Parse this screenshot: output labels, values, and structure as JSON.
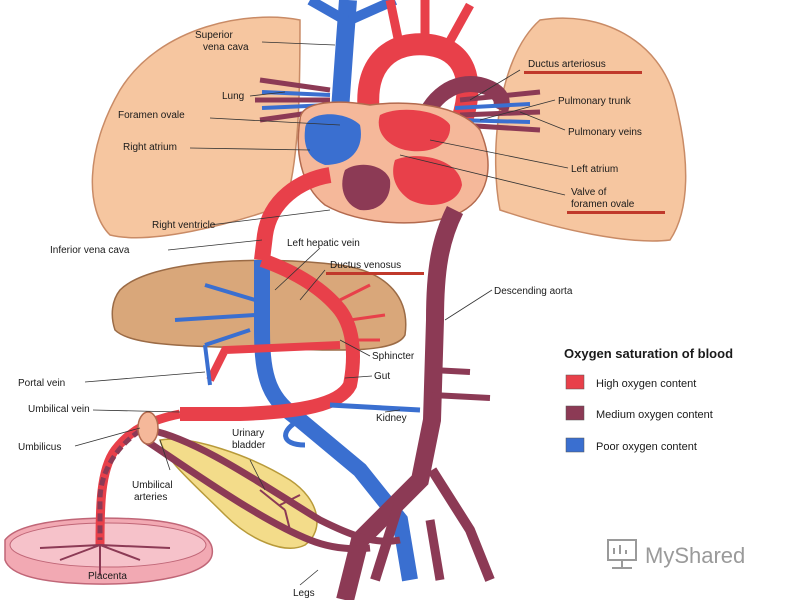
{
  "labels": {
    "superior_vena_cava": [
      "Superior",
      "vena cava"
    ],
    "lung": "Lung",
    "foramen_ovale": "Foramen ovale",
    "right_atrium": "Right atrium",
    "right_ventricle": "Right ventricle",
    "inferior_vena_cava": "Inferior vena cava",
    "left_hepatic_vein": "Left hepatic vein",
    "ductus_venosus": "Ductus venosus",
    "ductus_arteriosus": "Ductus arteriosus",
    "pulmonary_trunk": "Pulmonary trunk",
    "pulmonary_veins": "Pulmonary veins",
    "left_atrium": "Left atrium",
    "valve_of_foramen_ovale": [
      "Valve of",
      "foramen ovale"
    ],
    "descending_aorta": "Descending aorta",
    "sphincter": "Sphincter",
    "gut": "Gut",
    "portal_vein": "Portal vein",
    "umbilical_vein": "Umbilical vein",
    "kidney": "Kidney",
    "umbilicus": "Umbilicus",
    "urinary_bladder": [
      "Urinary",
      "bladder"
    ],
    "umbilical_arteries": [
      "Umbilical",
      "arteries"
    ],
    "placenta": "Placenta",
    "legs": "Legs"
  },
  "legend": {
    "title": "Oxygen saturation of blood",
    "items": [
      {
        "label": "High oxygen content",
        "color": "#e8404a"
      },
      {
        "label": "Medium oxygen content",
        "color": "#8c3a55"
      },
      {
        "label": "Poor oxygen content",
        "color": "#3a6fd0"
      }
    ]
  },
  "colors": {
    "high_oxygen": "#e8404a",
    "medium_oxygen": "#8c3a55",
    "poor_oxygen": "#3a6fd0",
    "lung": "#f6c6a0",
    "liver": "#d9a77a",
    "bladder": "#f3dc8a",
    "placenta": "#f2a9b3",
    "underline": "#c0392b"
  },
  "watermark": {
    "text": "MyShared",
    "icon": "presentation-board-icon"
  }
}
